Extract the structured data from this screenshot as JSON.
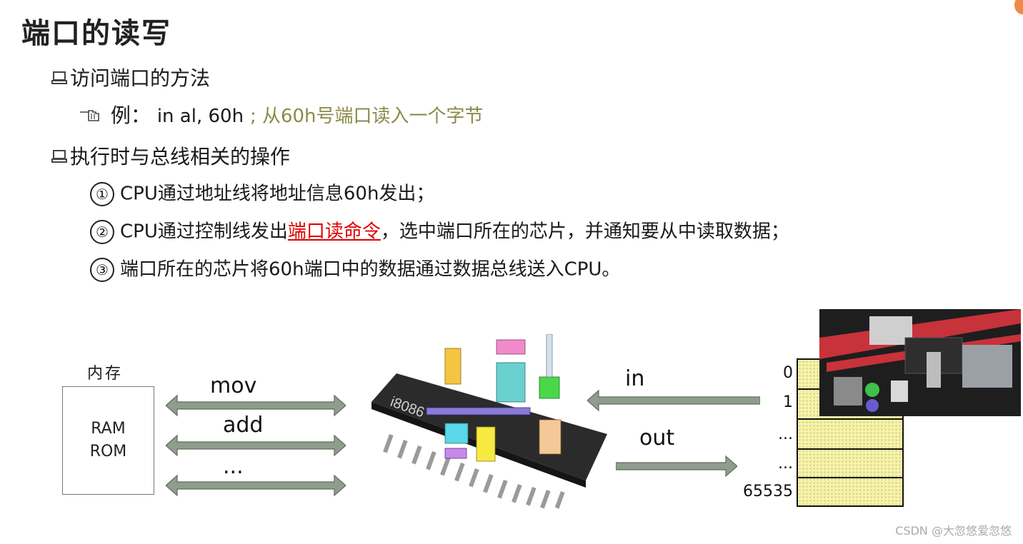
{
  "title": "端口的读写",
  "bullets": {
    "access_method": "访问端口的方法",
    "example_prefix": "例：",
    "example_code": "in al, 60h",
    "example_comment": "; 从60h号端口读入一个字节",
    "bus_ops": "执行时与总线相关的操作",
    "steps": [
      {
        "num": "①",
        "text": "CPU通过地址线将地址信息60h发出；"
      },
      {
        "num": "②",
        "pre": "CPU通过控制线发出",
        "highlight": "端口读命令",
        "post": "，选中端口所在的芯片，并通知要从中读取数据；"
      },
      {
        "num": "③",
        "text": "端口所在的芯片将60h端口中的数据通过数据总线送入CPU。"
      }
    ]
  },
  "memory": {
    "label": "内存",
    "line1": "RAM",
    "line2": "ROM"
  },
  "instructions": {
    "mov": "mov",
    "add": "add",
    "more": "..."
  },
  "chip": {
    "label": "i8086"
  },
  "io": {
    "in": "in",
    "out": "out"
  },
  "ports": {
    "labels": [
      "0",
      "1",
      "...",
      "...",
      "65535"
    ]
  },
  "watermark": "CSDN @大忽悠爱忽悠",
  "colors": {
    "arrow_fill": "#8f9d8c",
    "arrow_stroke": "#5f6d5c",
    "port_fill": "#f6f3a8",
    "highlight": "#e00000",
    "comment": "#8b8a4a"
  }
}
